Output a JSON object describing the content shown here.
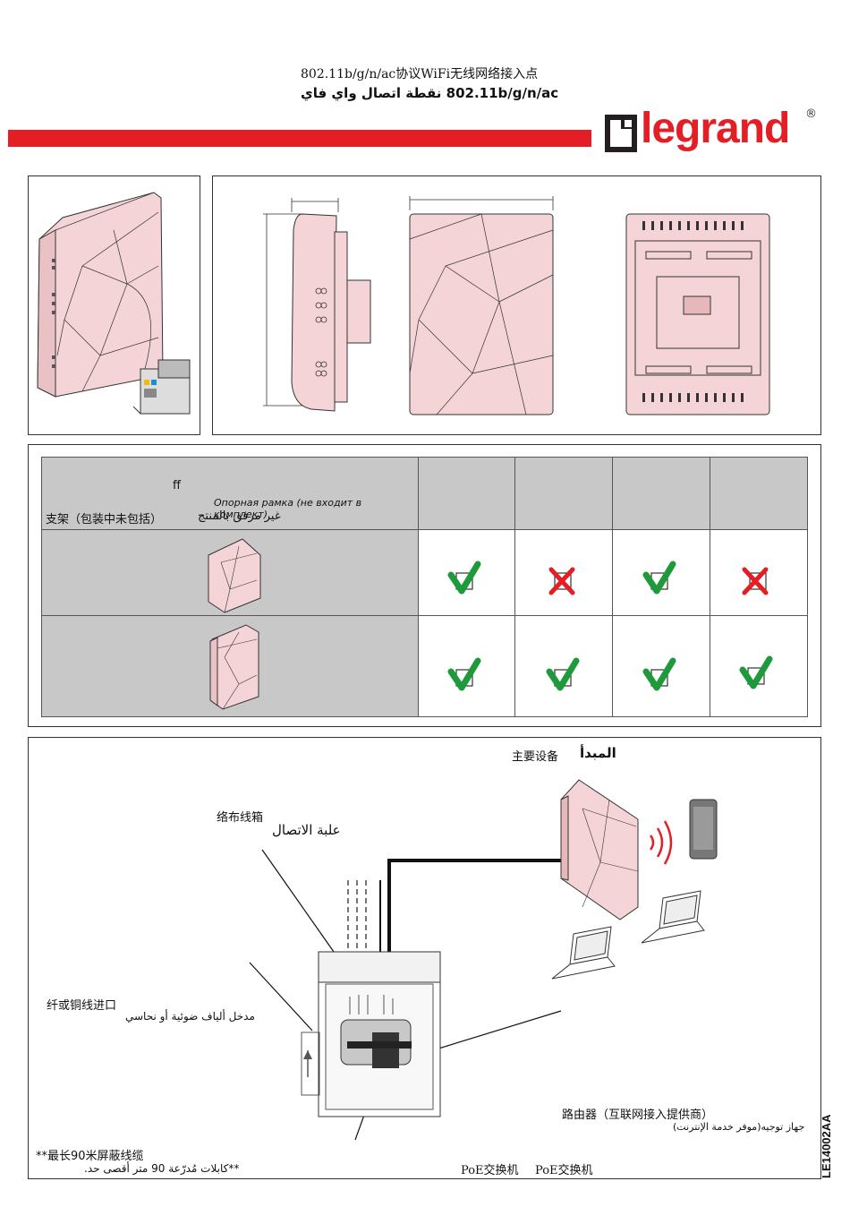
{
  "header": {
    "title_cn": "802.11b/g/n/ac协议WiFi无线网络接入点",
    "title_ar": "802.11b/g/n/ac نقطة اتصال واي فاي",
    "brand": "legrand",
    "brand_mark": "®"
  },
  "table": {
    "header_ff": "ff",
    "header_ru": "Опорная рамка (не входит в комплект)",
    "header_cn": "支架（包装中未包括）",
    "header_ar": "غير مرفق بالمنتج",
    "rows": [
      {
        "marks": [
          "check",
          "cross",
          "check",
          "cross"
        ]
      },
      {
        "marks": [
          "check",
          "check",
          "check",
          "check"
        ]
      }
    ]
  },
  "diagram": {
    "principle_cn": "主要设备",
    "principle_ar": "المبدأ",
    "box_cn": "络布线箱",
    "box_ar": "علبة الاتصال",
    "fiber_cn": "纤或铜线进口",
    "fiber_ar": "مدخل ألياف ضوئية أو نحاسي",
    "router_cn": "路由器（互联网接入提供商）",
    "router_ar": "جهاز توجيه(موفر خدمة الإنترنت)",
    "cable_cn": "**最长90米屏蔽线缆",
    "cable_ar": "**كابلات مُدرّعة 90 متر أقصى حد.",
    "poe_1": "PoE交换机",
    "poe_2": "PoE交换机"
  },
  "doc_code": "LE14002AA",
  "colors": {
    "red": "#e31e24",
    "pink": "#f4d4d6",
    "green": "#1e9a3a",
    "grey": "#c8c8c8"
  }
}
